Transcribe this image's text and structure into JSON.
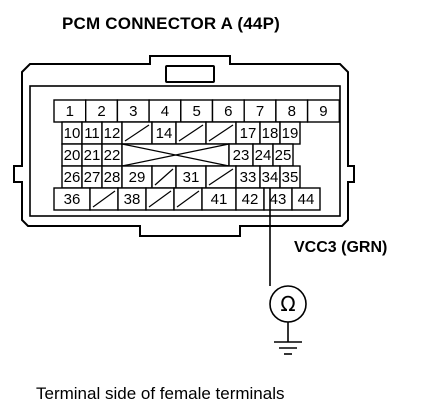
{
  "title": "PCM CONNECTOR A (44P)",
  "caption": "Terminal side of female terminals",
  "wire_label": "VCC3 (GRN)",
  "meter_symbol": "Ω",
  "ground_icon": "ground-icon",
  "probe_terminal": "34",
  "rows": [
    [
      {
        "t": "1"
      },
      {
        "t": "2"
      },
      {
        "t": "3"
      },
      {
        "t": "4"
      },
      {
        "t": "5"
      },
      {
        "t": "6"
      },
      {
        "t": "7"
      },
      {
        "t": "8"
      },
      {
        "t": "9"
      }
    ],
    [
      {
        "t": "10"
      },
      {
        "t": "11"
      },
      {
        "t": "12"
      },
      {
        "t": "",
        "blank": true
      },
      {
        "t": "14"
      },
      {
        "t": "",
        "blank": true
      },
      {
        "t": "",
        "blank": true
      },
      {
        "t": "17"
      },
      {
        "t": "18"
      },
      {
        "t": "19"
      }
    ],
    [
      {
        "t": "20"
      },
      {
        "t": "21"
      },
      {
        "t": "22"
      },
      {
        "t": "",
        "cross": true
      },
      {
        "t": "23"
      },
      {
        "t": "24"
      },
      {
        "t": "25"
      }
    ],
    [
      {
        "t": "26"
      },
      {
        "t": "27"
      },
      {
        "t": "28"
      },
      {
        "t": "29"
      },
      {
        "t": "",
        "blank": true
      },
      {
        "t": "31"
      },
      {
        "t": "",
        "blank": true
      },
      {
        "t": "33"
      },
      {
        "t": "34"
      },
      {
        "t": "35"
      }
    ],
    [
      {
        "t": "36"
      },
      {
        "t": "",
        "blank": true
      },
      {
        "t": "38"
      },
      {
        "t": "",
        "blank": true
      },
      {
        "t": "",
        "blank": true
      },
      {
        "t": "41"
      },
      {
        "t": "42"
      },
      {
        "t": "43"
      },
      {
        "t": "44"
      }
    ]
  ]
}
